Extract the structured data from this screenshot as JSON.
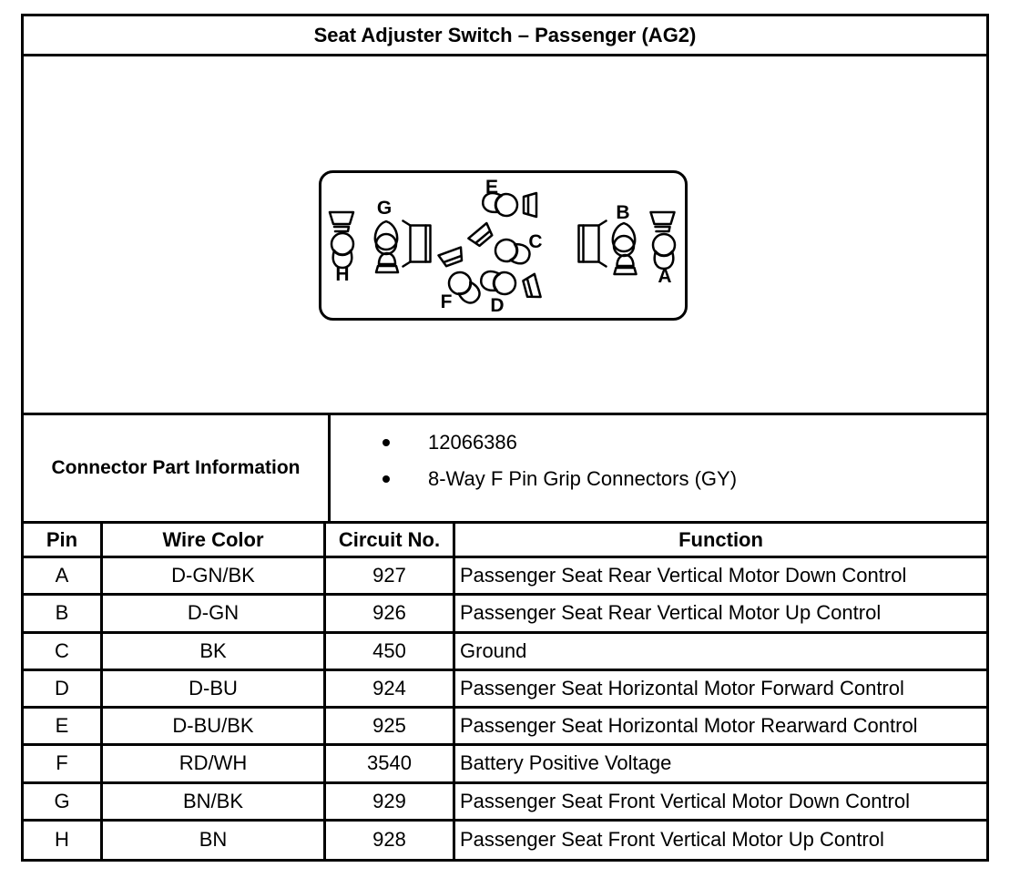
{
  "title": "Seat Adjuster Switch – Passenger (AG2)",
  "connector_part_info": {
    "label": "Connector Part Information",
    "items": [
      "12066386",
      "8-Way F Pin Grip Connectors (GY)"
    ]
  },
  "diagram": {
    "description": "8-way connector face view",
    "pin_labels": {
      "a": "A",
      "b": "B",
      "c": "C",
      "d": "D",
      "e": "E",
      "f": "F",
      "g": "G",
      "h": "H"
    }
  },
  "pin_table": {
    "headers": {
      "pin": "Pin",
      "wire_color": "Wire Color",
      "circuit_no": "Circuit No.",
      "function": "Function"
    },
    "rows": [
      {
        "pin": "A",
        "wire_color": "D-GN/BK",
        "circuit_no": "927",
        "function": "Passenger Seat Rear Vertical Motor Down Control"
      },
      {
        "pin": "B",
        "wire_color": "D-GN",
        "circuit_no": "926",
        "function": "Passenger Seat Rear Vertical Motor Up Control"
      },
      {
        "pin": "C",
        "wire_color": "BK",
        "circuit_no": "450",
        "function": "Ground"
      },
      {
        "pin": "D",
        "wire_color": "D-BU",
        "circuit_no": "924",
        "function": "Passenger Seat Horizontal Motor Forward Control"
      },
      {
        "pin": "E",
        "wire_color": "D-BU/BK",
        "circuit_no": "925",
        "function": "Passenger Seat Horizontal Motor Rearward Control"
      },
      {
        "pin": "F",
        "wire_color": "RD/WH",
        "circuit_no": "3540",
        "function": "Battery Positive Voltage"
      },
      {
        "pin": "G",
        "wire_color": "BN/BK",
        "circuit_no": "929",
        "function": "Passenger Seat Front Vertical Motor Down Control"
      },
      {
        "pin": "H",
        "wire_color": "BN",
        "circuit_no": "928",
        "function": "Passenger Seat Front Vertical Motor Up Control"
      }
    ]
  },
  "colors": {
    "ink": "#000000",
    "background": "#ffffff"
  }
}
